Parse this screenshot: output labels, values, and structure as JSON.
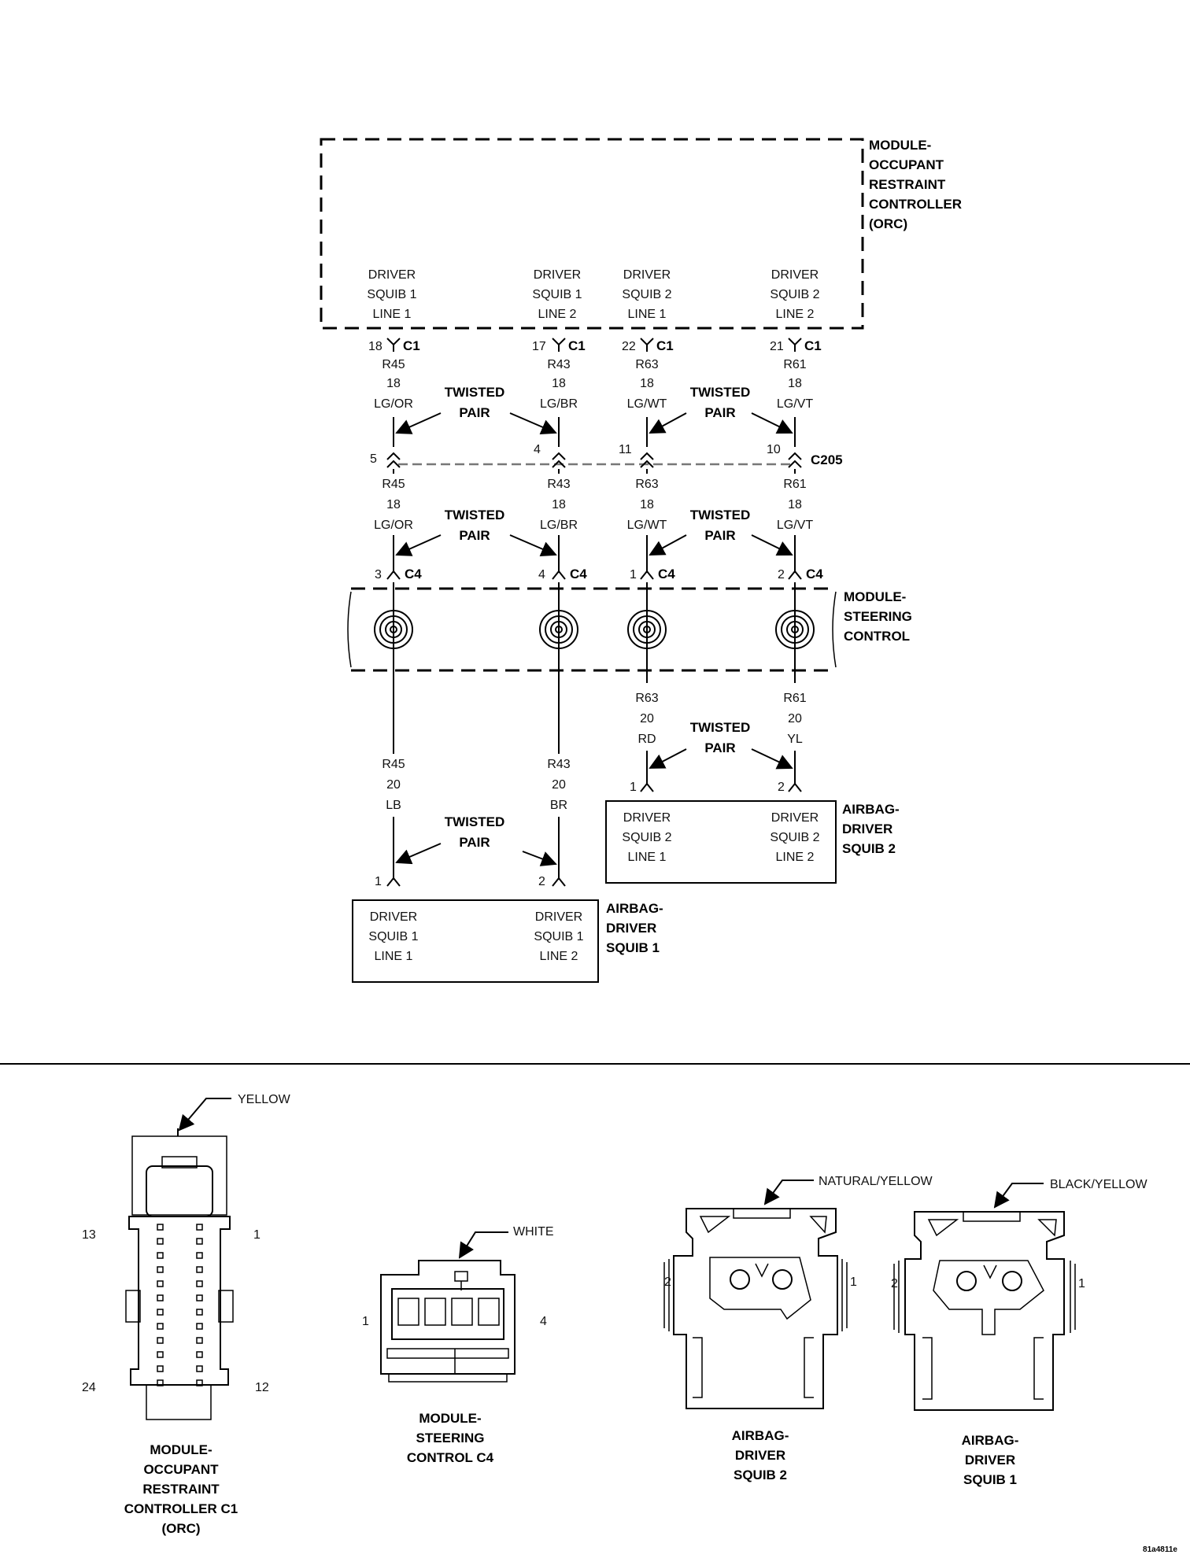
{
  "orc_module": {
    "label": [
      "MODULE-",
      "OCCUPANT",
      "RESTRAINT",
      "CONTROLLER",
      "(ORC)"
    ]
  },
  "orc_pins": [
    {
      "lines": [
        "DRIVER",
        "SQUIB 1",
        "LINE 1"
      ],
      "pin": "18",
      "conn": "C1"
    },
    {
      "lines": [
        "DRIVER",
        "SQUIB 1",
        "LINE 2"
      ],
      "pin": "17",
      "conn": "C1"
    },
    {
      "lines": [
        "DRIVER",
        "SQUIB 2",
        "LINE 1"
      ],
      "pin": "22",
      "conn": "C1"
    },
    {
      "lines": [
        "DRIVER",
        "SQUIB 2",
        "LINE 2"
      ],
      "pin": "21",
      "conn": "C1"
    }
  ],
  "wires_upper": [
    [
      "R45",
      "18",
      "LG/OR"
    ],
    [
      "R43",
      "18",
      "LG/BR"
    ],
    [
      "R63",
      "18",
      "LG/WT"
    ],
    [
      "R61",
      "18",
      "LG/VT"
    ]
  ],
  "c205": {
    "name": "C205",
    "pins": [
      "5",
      "4",
      "11",
      "10"
    ]
  },
  "wires_middle": [
    [
      "R45",
      "18",
      "LG/OR"
    ],
    [
      "R43",
      "18",
      "LG/BR"
    ],
    [
      "R63",
      "18",
      "LG/WT"
    ],
    [
      "R61",
      "18",
      "LG/VT"
    ]
  ],
  "c4": {
    "name": "C4",
    "pins": [
      "3",
      "4",
      "1",
      "2"
    ]
  },
  "steering_module": {
    "label": [
      "MODULE-",
      "STEERING",
      "CONTROL"
    ]
  },
  "twisted_pair": [
    "TWISTED",
    "PAIR"
  ],
  "wires_squib2": [
    [
      "R63",
      "20",
      "RD"
    ],
    [
      "R61",
      "20",
      "YL"
    ]
  ],
  "wires_squib1": [
    [
      "R45",
      "20",
      "LB"
    ],
    [
      "R43",
      "20",
      "BR"
    ]
  ],
  "squib2": {
    "pins": [
      "1",
      "2"
    ],
    "lines": [
      [
        "DRIVER",
        "SQUIB 2",
        "LINE 1"
      ],
      [
        "DRIVER",
        "SQUIB 2",
        "LINE 2"
      ]
    ],
    "label": [
      "AIRBAG-",
      "DRIVER",
      "SQUIB 2"
    ]
  },
  "squib1": {
    "pins": [
      "1",
      "2"
    ],
    "lines": [
      [
        "DRIVER",
        "SQUIB 1",
        "LINE 1"
      ],
      [
        "DRIVER",
        "SQUIB 1",
        "LINE 2"
      ]
    ],
    "label": [
      "AIRBAG-",
      "DRIVER",
      "SQUIB 1"
    ]
  },
  "connector_views": {
    "orc_c1": {
      "color": "YELLOW",
      "pins": {
        "tl": "13",
        "tr": "1",
        "bl": "24",
        "br": "12"
      },
      "label": [
        "MODULE-",
        "OCCUPANT",
        "RESTRAINT",
        "CONTROLLER C1",
        "(ORC)"
      ]
    },
    "steering_c4": {
      "color": "WHITE",
      "pins": {
        "left": "1",
        "right": "4"
      },
      "label": [
        "MODULE-",
        "STEERING",
        "CONTROL C4"
      ]
    },
    "airbag_squib2": {
      "color": "NATURAL/YELLOW",
      "pins": {
        "left": "2",
        "right": "1"
      },
      "label": [
        "AIRBAG-",
        "DRIVER",
        "SQUIB 2"
      ]
    },
    "airbag_squib1": {
      "color": "BLACK/YELLOW",
      "pins": {
        "left": "2",
        "right": "1"
      },
      "label": [
        "AIRBAG-",
        "DRIVER",
        "SQUIB 1"
      ]
    }
  },
  "figure_id": "81a4811e"
}
